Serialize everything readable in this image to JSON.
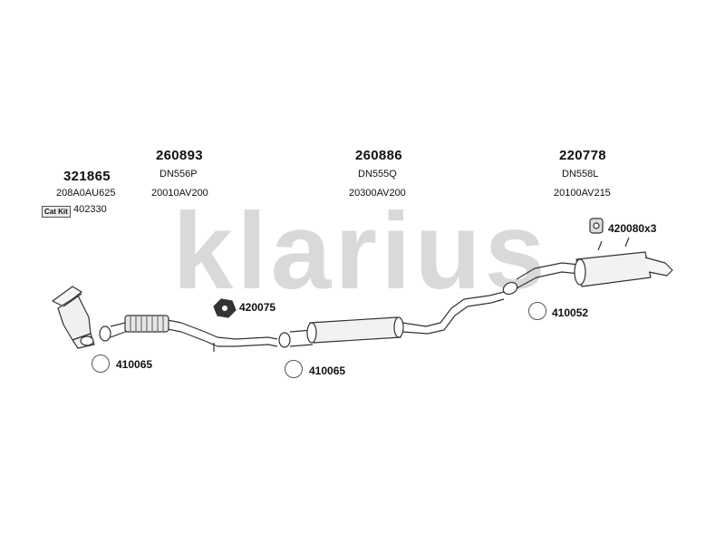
{
  "watermark": "klarius",
  "parts": [
    {
      "id": "p321865",
      "number": "321865",
      "ref": "208A0AU625"
    },
    {
      "id": "p260893",
      "number": "260893",
      "ref_top": "DN556P",
      "ref": "20010AV200"
    },
    {
      "id": "p260886",
      "number": "260886",
      "ref_top": "DN555Q",
      "ref": "20300AV200"
    },
    {
      "id": "p220778",
      "number": "220778",
      "ref_top": "DN558L",
      "ref": "20100AV215"
    }
  ],
  "cat_kit": {
    "badge": "Cat Kit",
    "number": "402330"
  },
  "callouts": [
    {
      "id": "c420080",
      "label": "420080x3"
    },
    {
      "id": "c420075",
      "label": "420075"
    },
    {
      "id": "c410052",
      "label": "410052"
    },
    {
      "id": "c410065a",
      "label": "410065"
    },
    {
      "id": "c410065b",
      "label": "410065"
    }
  ]
}
